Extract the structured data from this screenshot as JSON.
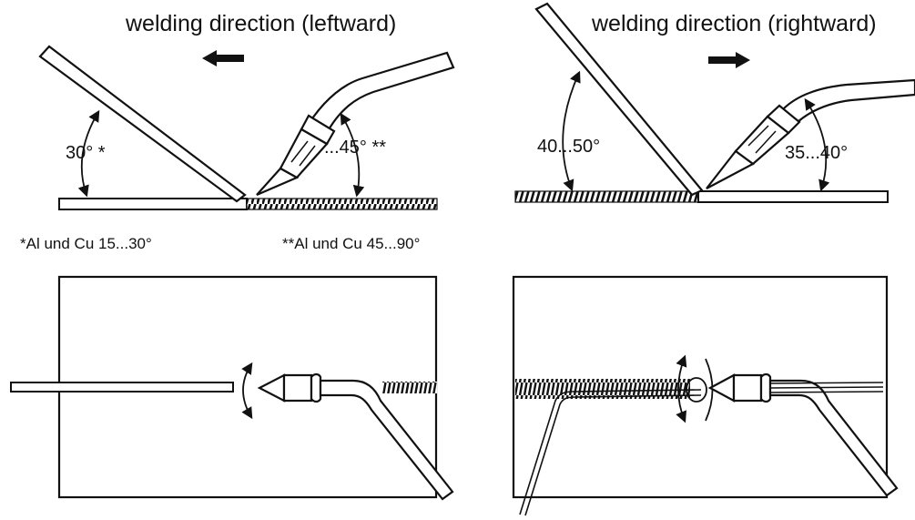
{
  "left_panel": {
    "title": "welding direction (leftward)",
    "rod_angle": "30° *",
    "torch_angle": "...45° **",
    "note_rod": "*Al und Cu 15...30°",
    "note_torch": "**Al und Cu 45...90°"
  },
  "right_panel": {
    "title": "welding direction (rightward)",
    "rod_angle": "40...50°",
    "torch_angle": "35...40°"
  },
  "colors": {
    "line": "#111111",
    "background": "#ffffff"
  },
  "icons": [
    "left-arrow-icon",
    "right-arrow-icon",
    "oscillation-arrow-icon",
    "circular-motion-icon"
  ]
}
